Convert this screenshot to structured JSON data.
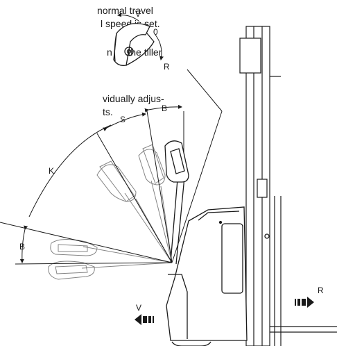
{
  "text_lines": [
    "normal travel",
    "l speed is set.",
    "n as the tiller",
    "vidually adjus-",
    "ts."
  ],
  "labels": {
    "v_top": "V",
    "zero": "0",
    "r_top": "R",
    "s": "S",
    "b_top": "B",
    "k": "K",
    "b_left": "B",
    "v_bottom": "V",
    "r_bottom": "R"
  }
}
